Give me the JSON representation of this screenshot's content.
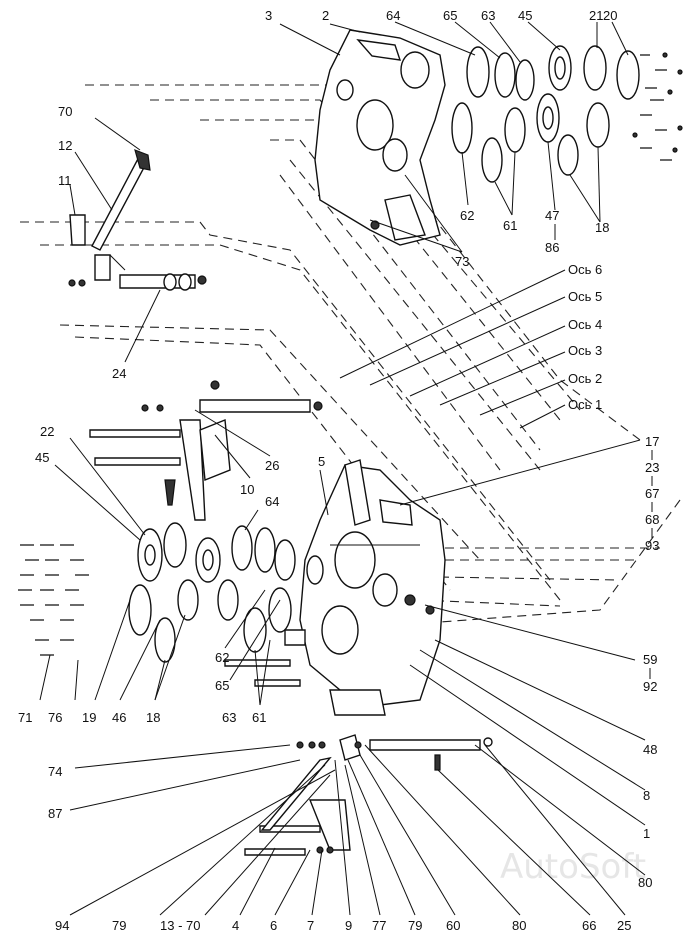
{
  "labels": {
    "top": [
      "3",
      "2",
      "64",
      "65",
      "63",
      "45",
      "21",
      "20",
      "70",
      "12",
      "11",
      "24",
      "62",
      "61",
      "47",
      "86",
      "18",
      "73"
    ],
    "mid": [
      "22",
      "45",
      "26",
      "10",
      "5",
      "64",
      "17",
      "23",
      "67",
      "68",
      "93",
      "62",
      "65",
      "63",
      "61",
      "59",
      "92",
      "48",
      "8",
      "1",
      "80"
    ],
    "bottom": [
      "71",
      "76",
      "19",
      "46",
      "18",
      "74",
      "87",
      "94",
      "79",
      "13 - 70",
      "4",
      "6",
      "7",
      "9",
      "77",
      "79",
      "60",
      "80",
      "66",
      "25"
    ]
  },
  "axes": [
    "Ось 6",
    "Ось 5",
    "Ось 4",
    "Ось 3",
    "Ось 2",
    "Ось 1"
  ],
  "watermark": "AutoSoft"
}
